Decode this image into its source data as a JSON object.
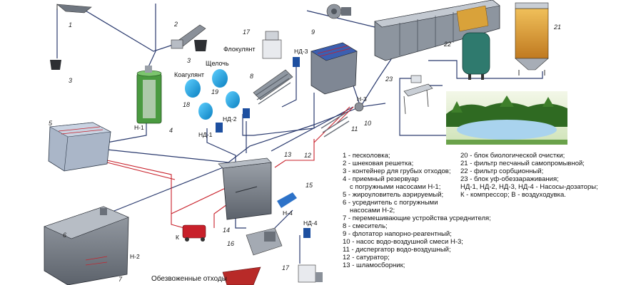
{
  "labels": {
    "flocculant": "Флокулянт",
    "alkali": "Щелочь",
    "coagulant": "Коагулянт",
    "dewatered": "Обезвоженные отходы",
    "h1": "Н-1",
    "h2": "Н-2",
    "h3": "Н-3",
    "h4": "Н-4",
    "nd1": "НД-1",
    "nd2": "НД-2",
    "nd3": "НД-3",
    "nd4": "НД-4",
    "k": "К"
  },
  "numbers": {
    "n1": "1",
    "n2": "2",
    "n3a": "3",
    "n3b": "3",
    "n4": "4",
    "n5": "5",
    "n6": "6",
    "n7": "7",
    "n8": "8",
    "n9": "9",
    "n10": "10",
    "n11": "11",
    "n12": "12",
    "n13": "13",
    "n14": "14",
    "n15": "15",
    "n16": "16",
    "n17a": "17",
    "n17b": "17",
    "n18": "18",
    "n19": "19",
    "n21": "21",
    "n22": "22",
    "n23": "23"
  },
  "legend_left": [
    "1 - песколовка;",
    "2 - шнековая решетка;",
    "3 - контейнер для грубых отходов;",
    "4 - приемный резервуар",
    "с погружными насосами Н-1;",
    "5 - жироуловитель аэрируемый;",
    "6 - усреднитель с погружными",
    "насосами Н-2;",
    "7 - перемешивающие устройства усреднителя;",
    "8 - смеситель;",
    "9 - флотатор напорно-реагентный;",
    "10 - насос водо-воздушной смеси Н-3;",
    "11 - диспергатор водо-воздушный;",
    "12 - сатуратор;",
    "13 - шламосборник;"
  ],
  "legend_right": [
    "20 - блок  биологической очистки;",
    "21 - фильтр песчаный самопромывной;",
    "22 - фильтр сорбционный;",
    "23 - блок уф-обеззараживания;",
    "НД-1, НД-2, НД-3, НД-4 - Насосы-дозаторы;",
    "К - компрессор; В - воздуходувка."
  ],
  "colors": {
    "pipe_dark": "#2a3a6e",
    "pipe_red": "#c8202a",
    "tank_steel": "#8a9099",
    "reagent_blue": "#1fa6e0",
    "green_tank": "#3e8a3a",
    "sand_filter": "#d9a23a"
  }
}
